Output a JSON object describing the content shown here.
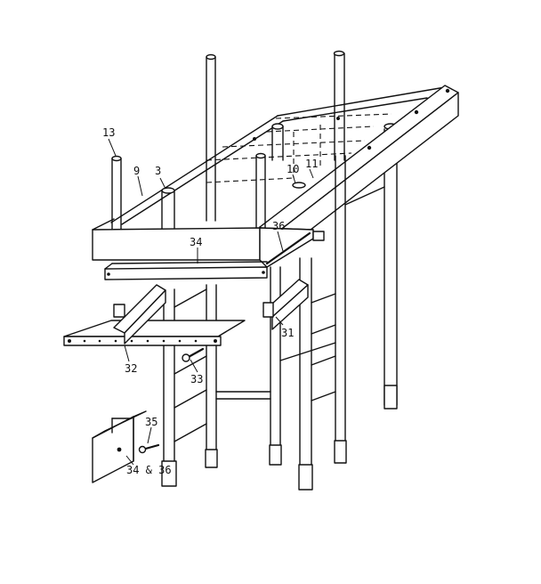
{
  "labels": {
    "l13": "13",
    "l9": "9",
    "l3": "3",
    "l10": "10",
    "l11": "11",
    "l34": "34",
    "l36": "36",
    "l31": "31",
    "l32": "32",
    "l33": "33",
    "l35": "35",
    "l3436": "34 & 36"
  }
}
